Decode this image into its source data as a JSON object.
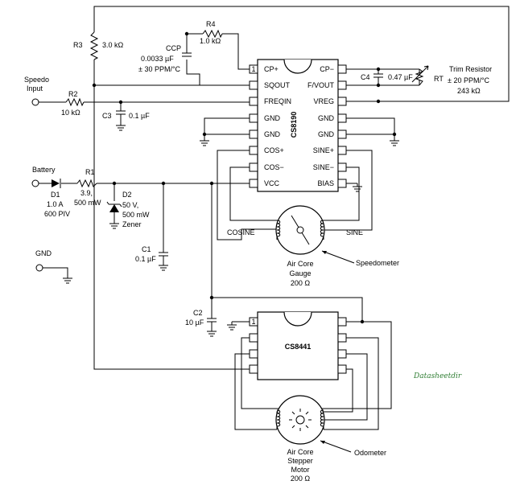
{
  "chips": {
    "cs8190": {
      "part": "CS8190",
      "pin1_marker": "1",
      "left_pins": [
        "CP+",
        "SQOUT",
        "FREQIN",
        "GND",
        "GND",
        "COS+",
        "COS−",
        "VCC"
      ],
      "right_pins": [
        "CP−",
        "F/VOUT",
        "VREG",
        "GND",
        "GND",
        "SINE+",
        "SINE−",
        "BIAS"
      ]
    },
    "cs8441": {
      "part": "CS8441",
      "pin1_marker": "1"
    }
  },
  "components": {
    "r3": {
      "ref": "R3",
      "value": "3.0 kΩ"
    },
    "r4": {
      "ref": "R4",
      "value": "1.0 kΩ"
    },
    "ccp": {
      "ref": "CCP",
      "value": "0.0033 µF",
      "tolerance": "± 30 PPM/°C"
    },
    "c4": {
      "ref": "C4",
      "value": "0.47 µF"
    },
    "rt": {
      "ref": "RT",
      "title": "Trim Resistor",
      "tempco": "± 20 PPM/°C",
      "value": "243 kΩ"
    },
    "speedo_input": {
      "line1": "Speedo",
      "line2": "Input"
    },
    "r2": {
      "ref": "R2",
      "value": "10 kΩ"
    },
    "c3": {
      "ref": "C3",
      "value": "0.1 µF"
    },
    "battery": {
      "label": "Battery"
    },
    "d1": {
      "ref": "D1",
      "rating1": "1.0 A",
      "rating2": "600 PIV"
    },
    "r1": {
      "ref": "R1",
      "value": "3.9,",
      "power": "500 mW"
    },
    "d2": {
      "ref": "D2",
      "line1": "50 V,",
      "line2": "500 mW",
      "line3": "Zener"
    },
    "c1": {
      "ref": "C1",
      "value": "0.1 µF"
    },
    "gnd_terminal": {
      "label": "GND"
    },
    "c2": {
      "ref": "C2",
      "value": "10 µF"
    }
  },
  "gauges": {
    "speedometer": {
      "left_coil": "COSINE",
      "right_coil": "SINE",
      "callout": "Speedometer",
      "line1": "Air Core",
      "line2": "Gauge",
      "line3": "200 Ω"
    },
    "odometer": {
      "callout": "Odometer",
      "line1": "Air Core",
      "line2": "Stepper",
      "line3": "Motor",
      "line4": "200 Ω"
    }
  },
  "watermark": "Datasheetdir",
  "colors": {
    "ink": "#000000",
    "watermark": "#2e7d32",
    "background": "#ffffff"
  }
}
